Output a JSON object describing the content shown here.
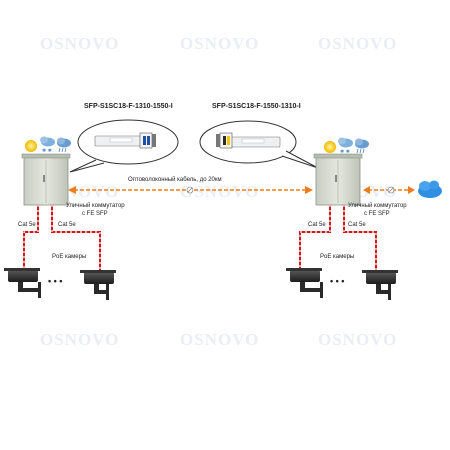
{
  "watermark": "OSNOVO",
  "modules": {
    "left": "SFP-S1SC18-F-1310-1550-I",
    "right": "SFP-S1SC18-F-1550-1310-I"
  },
  "link_label": "Оптоволоконный кабель, до 20км",
  "switch_label": "Уличный коммутатор\nс FE SFP",
  "switch_label_line1": "Уличный коммутатор",
  "switch_label_line2": "с FE SFP",
  "cable_label": "Cat 5e",
  "cameras_label": "PoE камеры",
  "ellipsis": "• • •",
  "colors": {
    "fiber": "#f07d1a",
    "cat5e_red": "#d7141a",
    "cabinet": "#d9ddd5",
    "cloud": "#2f8fe0"
  }
}
